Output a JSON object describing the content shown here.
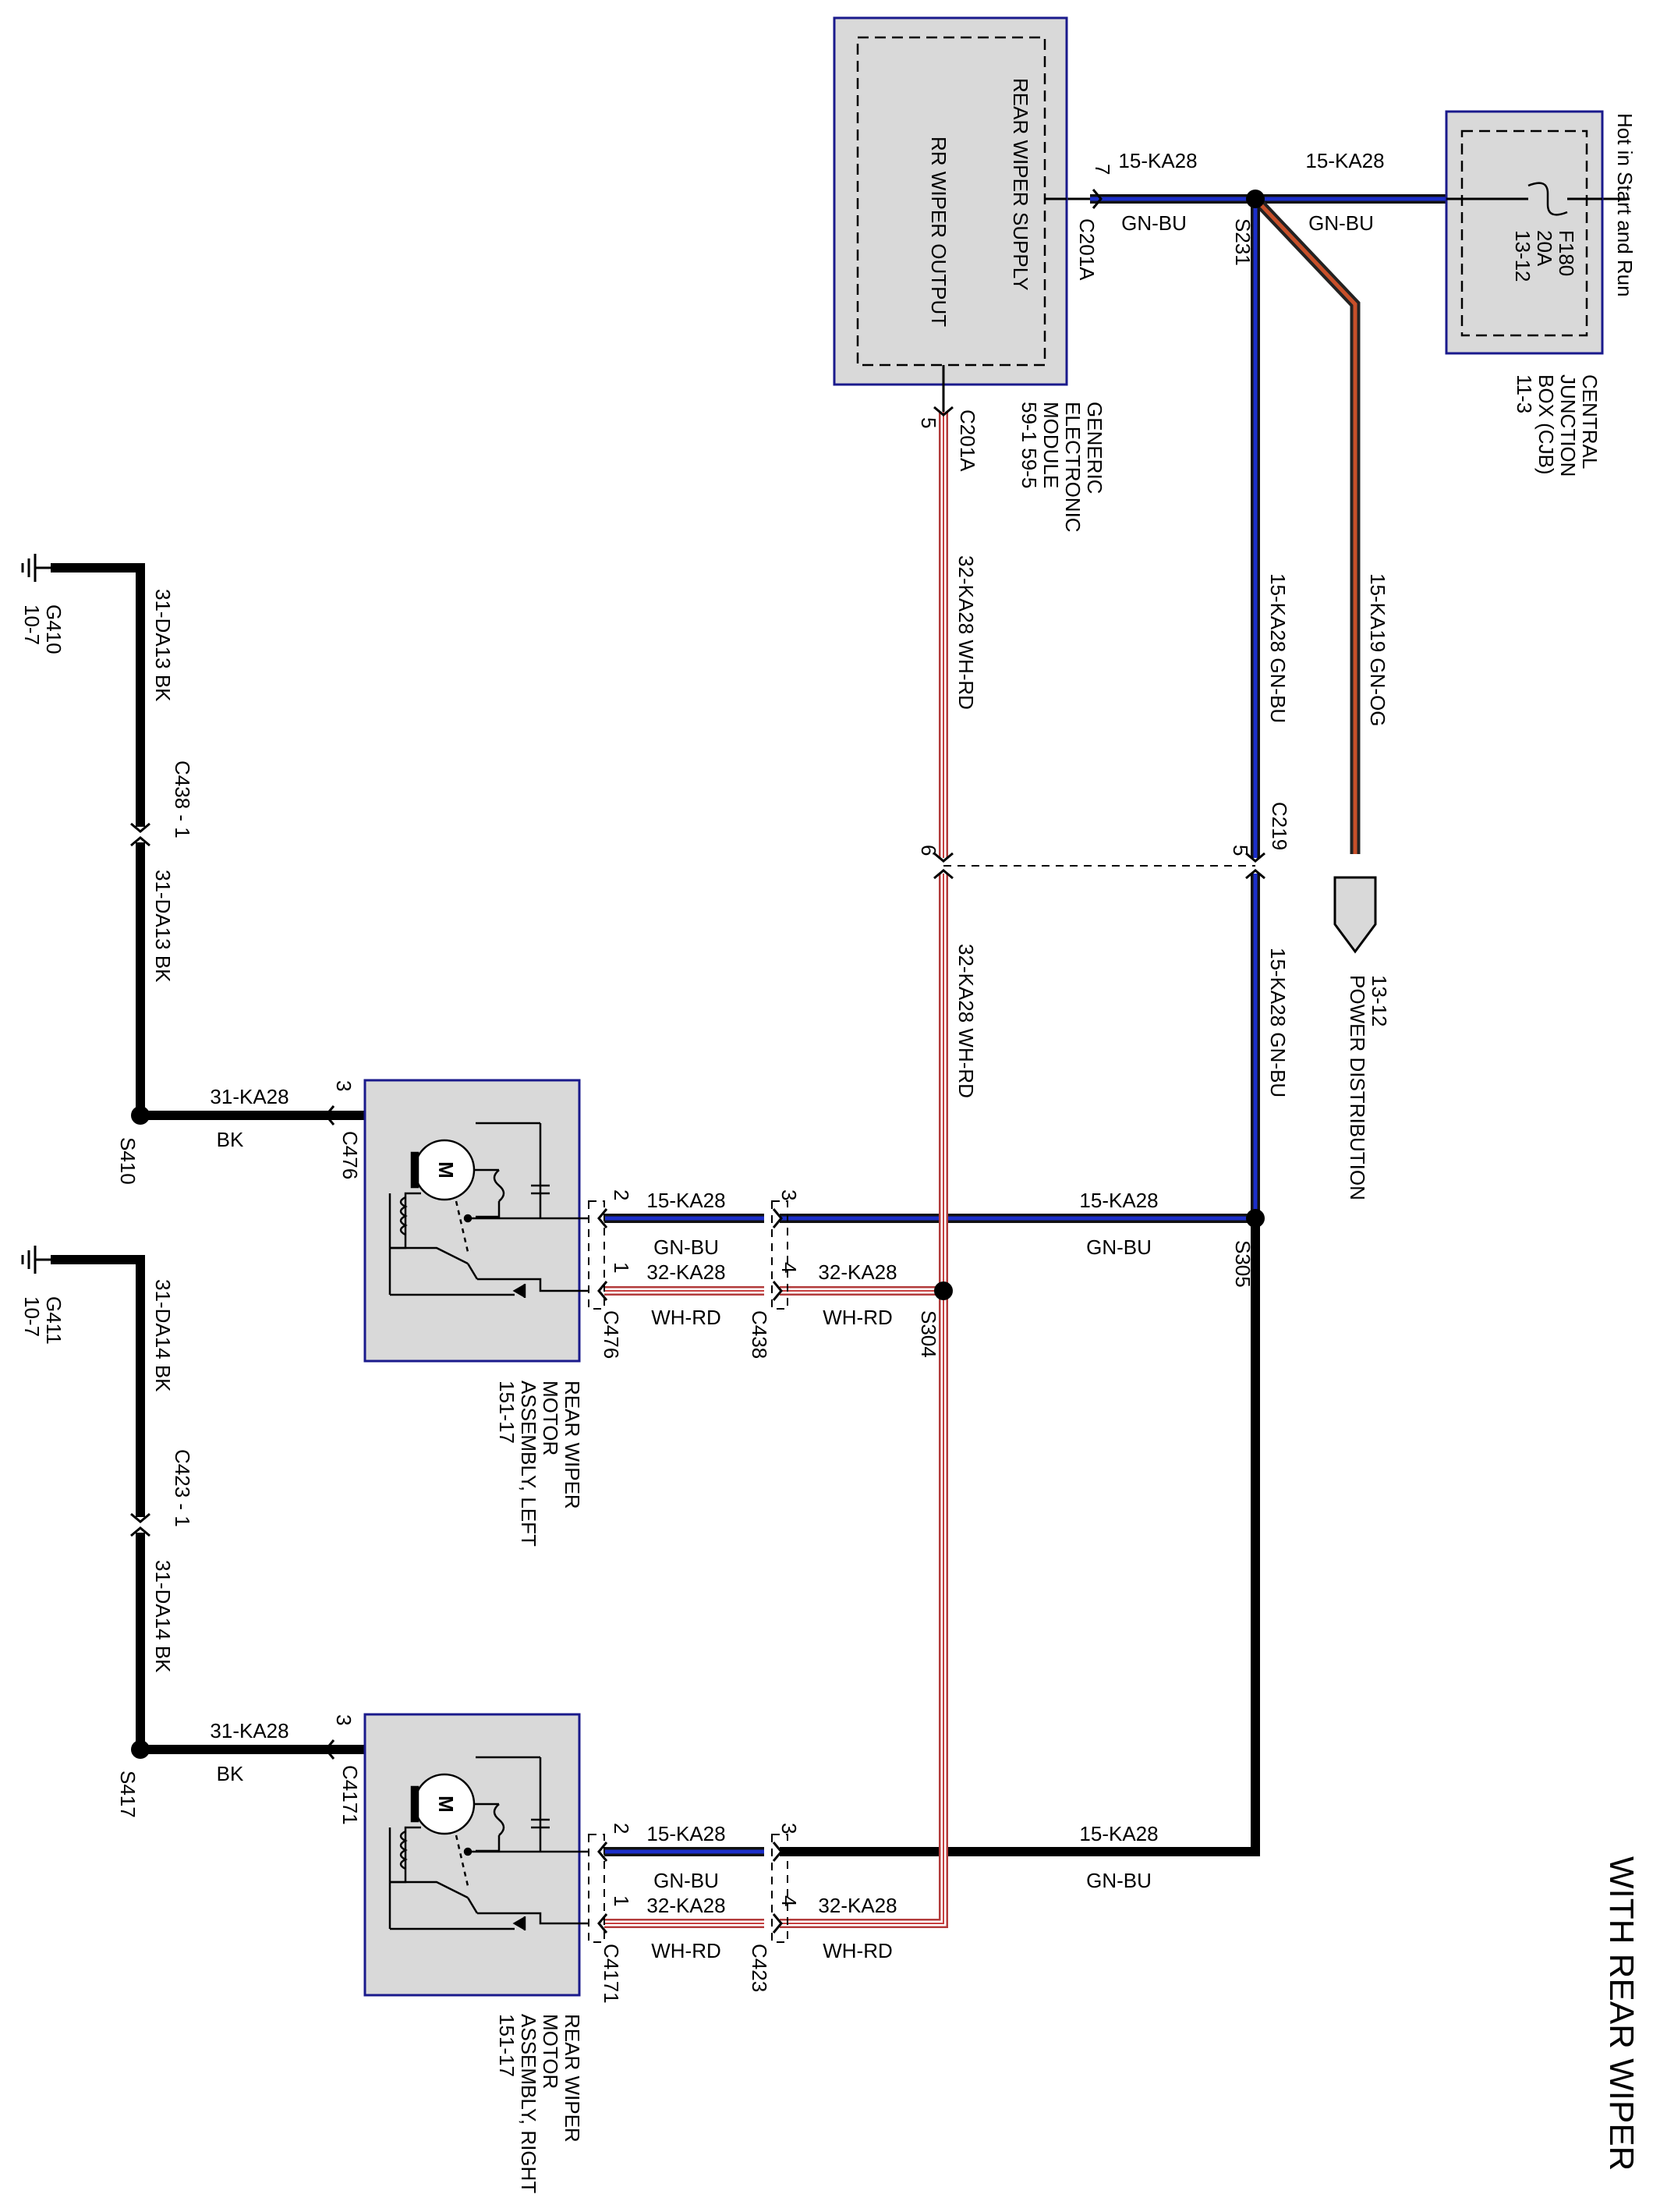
{
  "title": "WITH REAR WIPER",
  "supply": {
    "label_lines": [
      "Hot in Start and Run"
    ],
    "fuse": [
      "F180",
      "20A",
      "13-12"
    ],
    "cjb_lines": [
      "CENTRAL",
      "JUNCTION",
      "BOX (CJB)",
      "11-3"
    ]
  },
  "gem": {
    "inner_lines": [
      "REAR WIPER SUPPLY",
      "RR WIPER OUTPUT"
    ],
    "name_lines": [
      "GENERIC",
      "ELECTRONIC",
      "MODULE",
      "59-1  59-5"
    ],
    "pin_top": "7",
    "conn_top": "C201A",
    "pin_bottom": "5",
    "conn_bottom": "C201A"
  },
  "splices": {
    "s231": "S231",
    "s305": "S305",
    "s304": "S304",
    "s410": "S410",
    "s417": "S417"
  },
  "grounds": {
    "g410": [
      "G410",
      "10-7"
    ],
    "g411": [
      "G411",
      "10-7"
    ]
  },
  "power_dist": [
    "13-12",
    "POWER DISTRIBUTION"
  ],
  "c219": {
    "name": "C219",
    "pin_a": "5",
    "pin_b": "6"
  },
  "wires": {
    "w15ka28": "15-KA28",
    "w15ka19": "15-KA19",
    "w32ka28": "32-KA28",
    "w31ka28": "31-KA28",
    "w31da13": "31-DA13",
    "w31da14": "31-DA14",
    "gnbu": "GN-BU",
    "gnog": "GN-OG",
    "whrd": "WH-RD",
    "bk": "BK",
    "v15ka28_gnbu": "15-KA28   GN-BU",
    "v15ka19_gnog": "15-KA19   GN-OG",
    "v32ka28_whrd": "32-KA28   WH-RD",
    "v31da13_bk": "31-DA13   BK",
    "v31da14_bk": "31-DA14   BK"
  },
  "connectors": {
    "c438_1": "C438 - 1",
    "c423_1": "C423 - 1",
    "c476": "C476",
    "c438": "C438",
    "c4171": "C4171",
    "c423": "C423"
  },
  "pins": {
    "p1": "1",
    "p2": "2",
    "p3": "3",
    "p4": "4"
  },
  "motor_left": {
    "symbol": "M",
    "name_lines": [
      "REAR WIPER",
      "MOTOR",
      "ASSEMBLY, LEFT",
      "151-17"
    ]
  },
  "motor_right": {
    "symbol": "M",
    "name_lines": [
      "REAR WIPER",
      "MOTOR",
      "ASSEMBLY, RIGHT",
      "151-17"
    ]
  }
}
